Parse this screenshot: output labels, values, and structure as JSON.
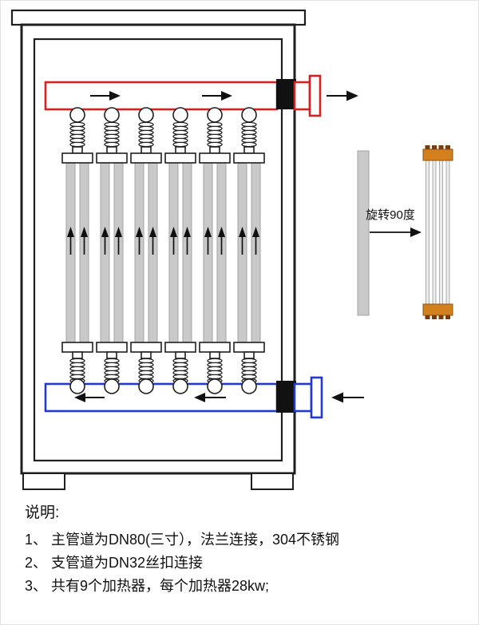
{
  "diagram": {
    "rotate_label": "旋转90度",
    "colors": {
      "supply_pipe_red": "#d42222",
      "return_pipe_blue": "#2239cf",
      "tube_gray": "#c9c9c9",
      "cap_orange": "#d2801e"
    }
  },
  "notes": {
    "title": "说明:",
    "lines": [
      "1、 主管道为DN80(三寸），法兰连接，304不锈钢",
      "2、 支管道为DN32丝扣连接",
      "3、 共有9个加热器，每个加热器28kw;"
    ]
  }
}
